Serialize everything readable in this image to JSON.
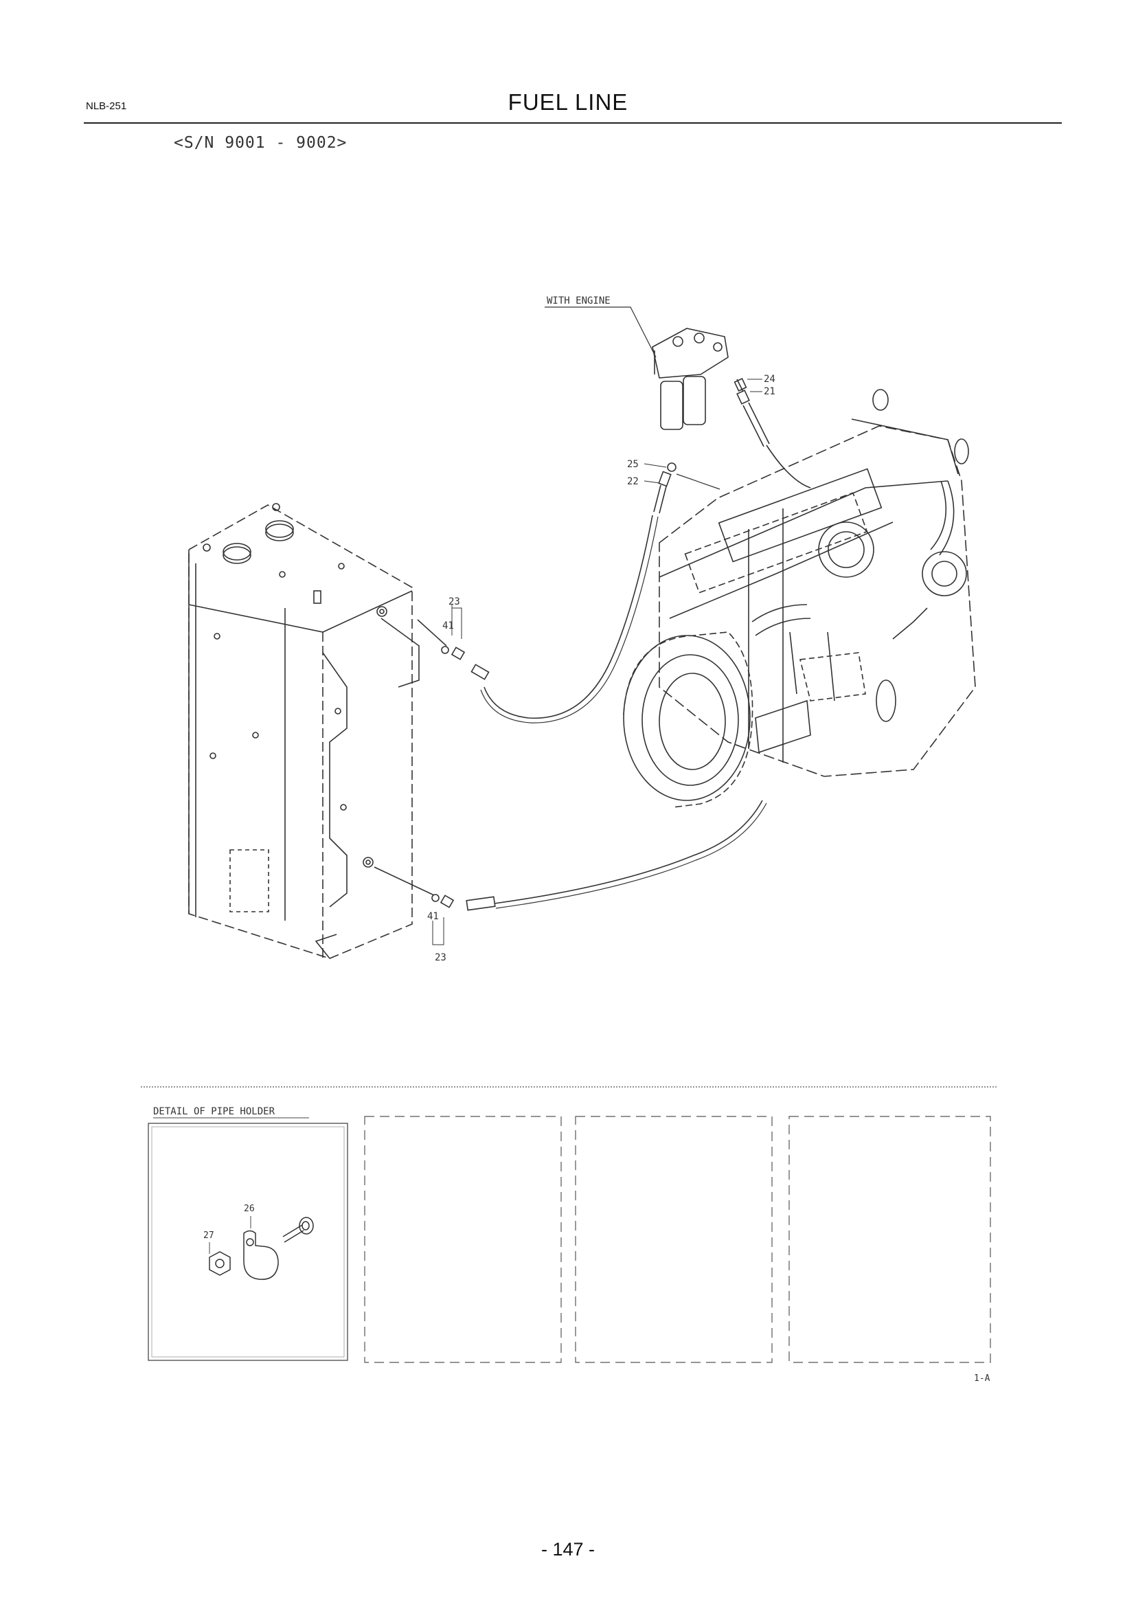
{
  "header": {
    "doc_code": "NLB-251",
    "title": "FUEL LINE",
    "serial_range": "<S/N 9001 - 9002>"
  },
  "callouts": {
    "with_engine": "WITH ENGINE",
    "c24": "24",
    "c21": "21",
    "c25": "25",
    "c22": "22",
    "c23_top": "23",
    "c41_top": "41",
    "c41_bottom": "41",
    "c23_bottom": "23"
  },
  "detail": {
    "title": "DETAIL OF PIPE HOLDER",
    "c26": "26",
    "c27": "27"
  },
  "sheet_ref": "1-A",
  "footer": {
    "page_number": "- 147 -"
  }
}
